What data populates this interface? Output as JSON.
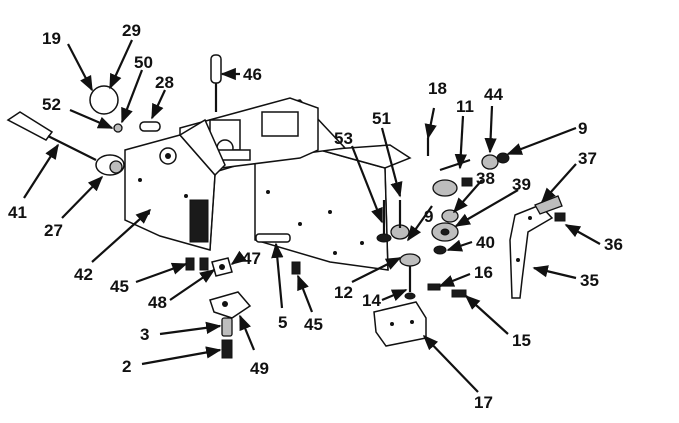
{
  "labels": {
    "l2": "2",
    "l3": "3",
    "l5": "5",
    "l9a": "9",
    "l9b": "9",
    "l11": "11",
    "l12": "12",
    "l14": "14",
    "l15": "15",
    "l16": "16",
    "l17": "17",
    "l18": "18",
    "l19": "19",
    "l27": "27",
    "l28": "28",
    "l29": "29",
    "l35": "35",
    "l36": "36",
    "l37": "37",
    "l38": "38",
    "l39": "39",
    "l40": "40",
    "l41": "41",
    "l42": "42",
    "l44": "44",
    "l45a": "45",
    "l45b": "45",
    "l46": "46",
    "l47": "47",
    "l48": "48",
    "l49": "49",
    "l50": "50",
    "l51": "51",
    "l52": "52",
    "l53": "53"
  }
}
